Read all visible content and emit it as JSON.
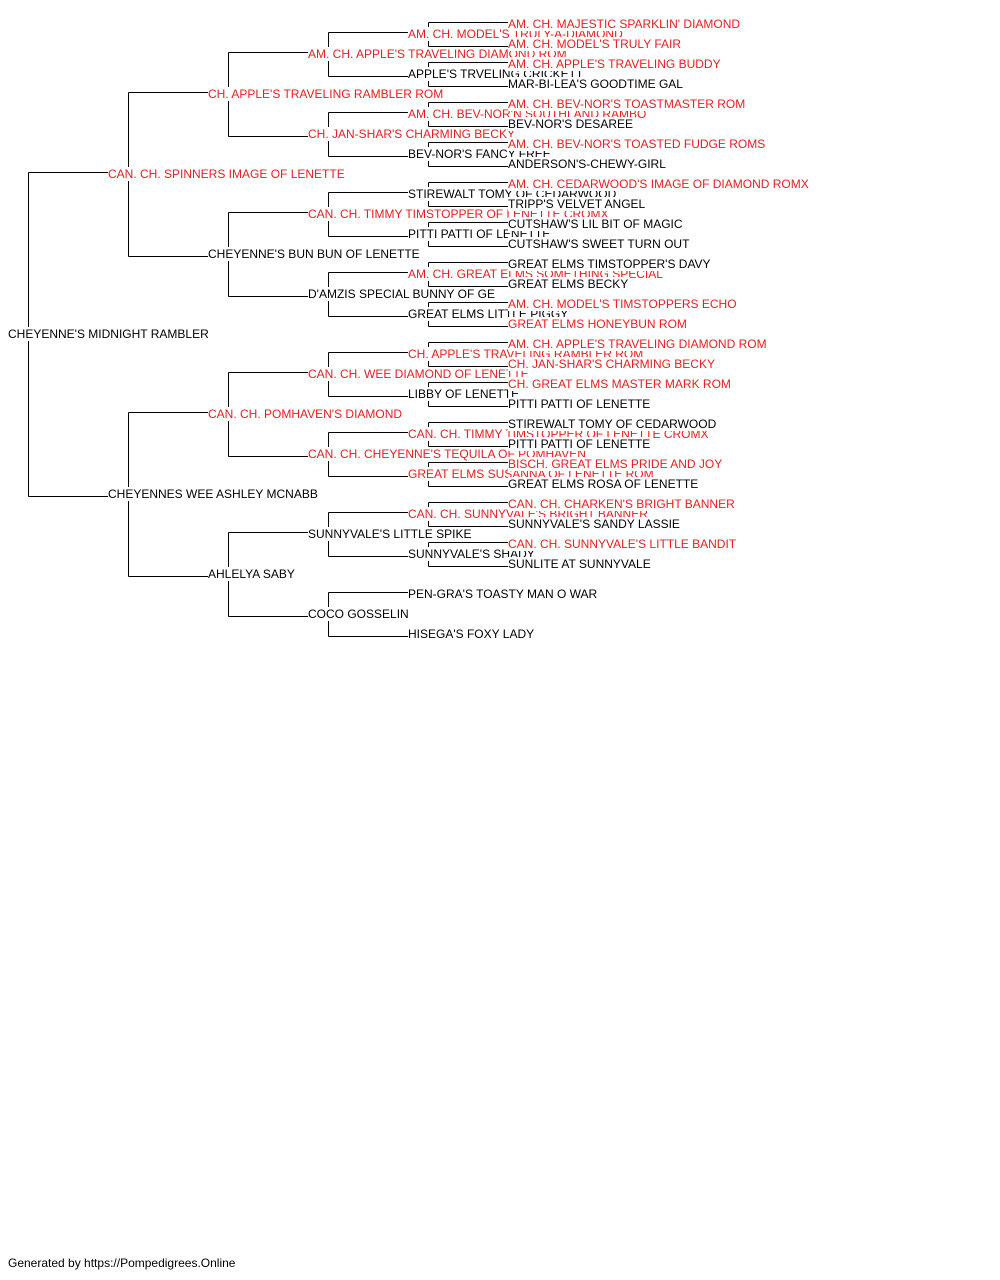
{
  "colors": {
    "champion": "#ee1c1c",
    "plain": "#000000",
    "line": "#000000"
  },
  "footer": "Generated by https://Pompedigrees.Online",
  "pedigree": {
    "name": "CHEYENNE'S MIDNIGHT RAMBLER",
    "champion": false,
    "sire": {
      "name": "CAN. CH. SPINNERS IMAGE OF LENETTE",
      "champion": true,
      "sire": {
        "name": "CH. APPLE'S TRAVELING RAMBLER ROM",
        "champion": true,
        "sire": {
          "name": "AM. CH. APPLE'S TRAVELING DIAMOND ROM",
          "champion": true,
          "sire": {
            "name": "AM. CH. MODEL'S TRULY-A-DIAMOND",
            "champion": true,
            "sire": {
              "name": "AM. CH. MAJESTIC SPARKLIN' DIAMOND",
              "champion": true
            },
            "dam": {
              "name": "AM. CH. MODEL'S TRULY FAIR",
              "champion": true
            }
          },
          "dam": {
            "name": "APPLE'S TRVELING CRICKETT",
            "champion": false,
            "sire": {
              "name": "AM. CH. APPLE'S TRAVELING BUDDY",
              "champion": true
            },
            "dam": {
              "name": "MAR-BI-LEA'S GOODTIME GAL",
              "champion": false
            }
          }
        },
        "dam": {
          "name": "CH. JAN-SHAR'S CHARMING BECKY",
          "champion": true,
          "sire": {
            "name": "AM. CH. BEV-NOR'N SOUTHLAND RAMBO",
            "champion": true,
            "sire": {
              "name": "AM. CH. BEV-NOR'S TOASTMASTER ROM",
              "champion": true
            },
            "dam": {
              "name": "BEV-NOR'S DESAREE",
              "champion": false
            }
          },
          "dam": {
            "name": "BEV-NOR'S FANCY FREE",
            "champion": false,
            "sire": {
              "name": "AM. CH. BEV-NOR'S TOASTED FUDGE ROMS",
              "champion": true
            },
            "dam": {
              "name": "ANDERSON'S-CHEWY-GIRL",
              "champion": false
            }
          }
        }
      },
      "dam": {
        "name": "CHEYENNE'S BUN BUN OF LENETTE",
        "champion": false,
        "sire": {
          "name": "CAN. CH. TIMMY TIMSTOPPER OF LENETTE CROMX",
          "champion": true,
          "sire": {
            "name": "STIREWALT TOMY OF CEDARWOOD",
            "champion": false,
            "sire": {
              "name": "AM. CH. CEDARWOOD'S IMAGE OF DIAMOND ROMX",
              "champion": true
            },
            "dam": {
              "name": "TRIPP'S VELVET ANGEL",
              "champion": false
            }
          },
          "dam": {
            "name": "PITTI PATTI OF LENETTE",
            "champion": false,
            "sire": {
              "name": "CUTSHAW'S LIL BIT OF MAGIC",
              "champion": false
            },
            "dam": {
              "name": "CUTSHAW'S SWEET TURN OUT",
              "champion": false
            }
          }
        },
        "dam": {
          "name": "D'AMZIS SPECIAL BUNNY OF GE",
          "champion": false,
          "sire": {
            "name": "AM. CH. GREAT ELMS SOMETHING SPECIAL",
            "champion": true,
            "sire": {
              "name": "GREAT ELMS TIMSTOPPER'S DAVY",
              "champion": false
            },
            "dam": {
              "name": "GREAT ELMS BECKY",
              "champion": false
            }
          },
          "dam": {
            "name": "GREAT ELMS LITTLE PIGGY",
            "champion": false,
            "sire": {
              "name": "AM. CH. MODEL'S TIMSTOPPERS ECHO",
              "champion": true
            },
            "dam": {
              "name": "GREAT ELMS HONEYBUN ROM",
              "champion": true
            }
          }
        }
      }
    },
    "dam": {
      "name": "CHEYENNES WEE ASHLEY MCNABB",
      "champion": false,
      "sire": {
        "name": "CAN. CH. POMHAVEN'S DIAMOND",
        "champion": true,
        "sire": {
          "name": "CAN. CH. WEE DIAMOND OF LENETTE",
          "champion": true,
          "sire": {
            "name": "CH. APPLE'S TRAVELING RAMBLER ROM",
            "champion": true,
            "sire": {
              "name": "AM. CH. APPLE'S TRAVELING DIAMOND ROM",
              "champion": true
            },
            "dam": {
              "name": "CH. JAN-SHAR'S CHARMING BECKY",
              "champion": true
            }
          },
          "dam": {
            "name": "LIBBY OF LENETTE",
            "champion": false,
            "sire": {
              "name": "CH. GREAT ELMS MASTER MARK ROM",
              "champion": true
            },
            "dam": {
              "name": "PITTI PATTI OF LENETTE",
              "champion": false
            }
          }
        },
        "dam": {
          "name": "CAN. CH. CHEYENNE'S TEQUILA OF POMHAVEN",
          "champion": true,
          "sire": {
            "name": "CAN. CH. TIMMY TIMSTOPPER OF LENETTE CROMX",
            "champion": true,
            "sire": {
              "name": "STIREWALT TOMY OF CEDARWOOD",
              "champion": false
            },
            "dam": {
              "name": "PITTI PATTI OF LENETTE",
              "champion": false
            }
          },
          "dam": {
            "name": "GREAT ELMS SUSANNA OF LENETTE ROM",
            "champion": true,
            "sire": {
              "name": "BISCH. GREAT ELMS PRIDE AND JOY",
              "champion": true
            },
            "dam": {
              "name": "GREAT ELMS ROSA OF LENETTE",
              "champion": false
            }
          }
        }
      },
      "dam": {
        "name": "AHLELYA SABY",
        "champion": false,
        "sire": {
          "name": "SUNNYVALE'S LITTLE SPIKE",
          "champion": false,
          "sire": {
            "name": "CAN. CH. SUNNYVALE'S BRIGHT BANNER",
            "champion": true,
            "sire": {
              "name": "CAN. CH. CHARKEN'S BRIGHT BANNER",
              "champion": true
            },
            "dam": {
              "name": "SUNNYVALE'S SANDY LASSIE",
              "champion": false
            }
          },
          "dam": {
            "name": "SUNNYVALE'S SHADY",
            "champion": false,
            "sire": {
              "name": "CAN. CH. SUNNYVALE'S LITTLE BANDIT",
              "champion": true
            },
            "dam": {
              "name": "SUNLITE AT SUNNYVALE",
              "champion": false
            }
          }
        },
        "dam": {
          "name": "COCO GOSSELIN",
          "champion": false,
          "sire": {
            "name": "PEN-GRA'S TOASTY MAN O WAR",
            "champion": false
          },
          "dam": {
            "name": "HISEGA'S FOXY LADY",
            "champion": false
          }
        }
      }
    }
  }
}
